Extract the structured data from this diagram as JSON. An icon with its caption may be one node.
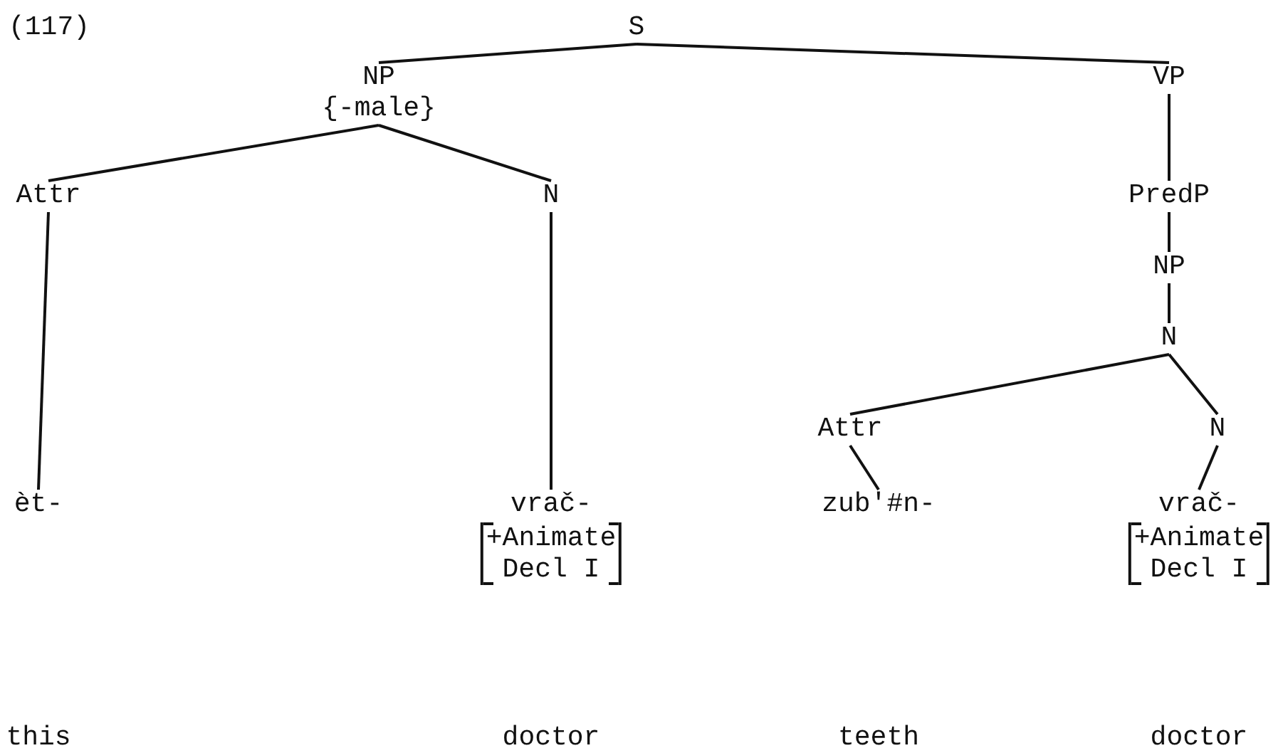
{
  "diagram": {
    "nodes": [
      {
        "text": [
          "S"
        ]
      },
      {
        "text": [
          "NP",
          "{-male}"
        ]
      },
      {
        "text": [
          "VP"
        ]
      },
      {
        "text": [
          "Attr"
        ]
      },
      {
        "text": [
          "N"
        ]
      },
      {
        "text": [
          "PredP"
        ]
      },
      {
        "text": [
          "NP"
        ]
      },
      {
        "text": [
          "N"
        ]
      },
      {
        "text": [
          "Attr"
        ]
      },
      {
        "text": [
          "N"
        ]
      },
      {
        "text": [
          "èt-"
        ]
      },
      {
        "text": [
          "vrač-",
          "+Animate",
          "Decl I"
        ]
      },
      {
        "text": [
          "zub'#n-"
        ]
      },
      {
        "text": [
          "vrač-",
          "+Animate",
          "Decl I"
        ]
      }
    ],
    "edges": [
      {
        "from": 0,
        "to": 1,
        "arrow": "none"
      },
      {
        "from": 0,
        "to": 2,
        "arrow": "none"
      },
      {
        "from": 1,
        "to": 3,
        "arrow": "none"
      },
      {
        "from": 1,
        "to": 4,
        "arrow": "none"
      },
      {
        "from": 2,
        "to": 5,
        "arrow": "none"
      },
      {
        "from": 3,
        "to": 10,
        "arrow": "none"
      },
      {
        "from": 4,
        "to": 11,
        "arrow": "none"
      },
      {
        "from": 5,
        "to": 6,
        "arrow": "none"
      },
      {
        "from": 6,
        "to": 7,
        "arrow": "none"
      },
      {
        "from": 7,
        "to": 8,
        "arrow": "none"
      },
      {
        "from": 7,
        "to": 9,
        "arrow": "none"
      },
      {
        "from": 8,
        "to": 12,
        "arrow": "none"
      },
      {
        "from": 9,
        "to": 13,
        "arrow": "none"
      }
    ],
    "labels": [
      "(117)",
      "this",
      "doctor",
      "teeth",
      "doctor"
    ]
  }
}
